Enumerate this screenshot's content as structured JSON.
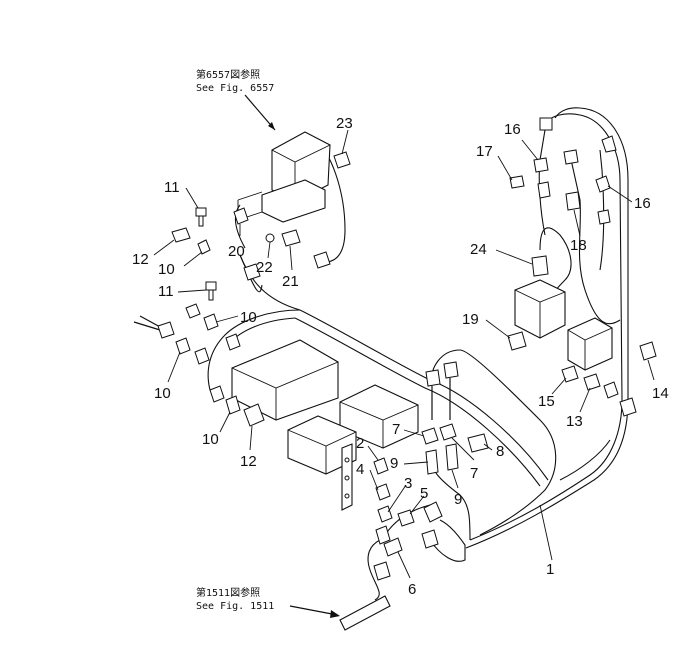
{
  "references": {
    "top": {
      "jp": "第6557図参照",
      "en": "See Fig. 6557"
    },
    "bottom": {
      "jp": "第1511図参照",
      "en": "See Fig. 1511"
    }
  },
  "callouts": {
    "c1": "1",
    "c2": "2",
    "c3": "3",
    "c4": "4",
    "c5": "5",
    "c6": "6",
    "c7a": "7",
    "c7b": "7",
    "c8": "8",
    "c9a": "9",
    "c9b": "9",
    "c10a": "10",
    "c10b": "10",
    "c10c": "10",
    "c10d": "10",
    "c11a": "11",
    "c11b": "11",
    "c12a": "12",
    "c12b": "12",
    "c13": "13",
    "c14": "14",
    "c15": "15",
    "c16a": "16",
    "c16b": "16",
    "c17": "17",
    "c18": "18",
    "c19": "19",
    "c20": "20",
    "c21": "21",
    "c22": "22",
    "c23": "23",
    "c24": "24"
  }
}
